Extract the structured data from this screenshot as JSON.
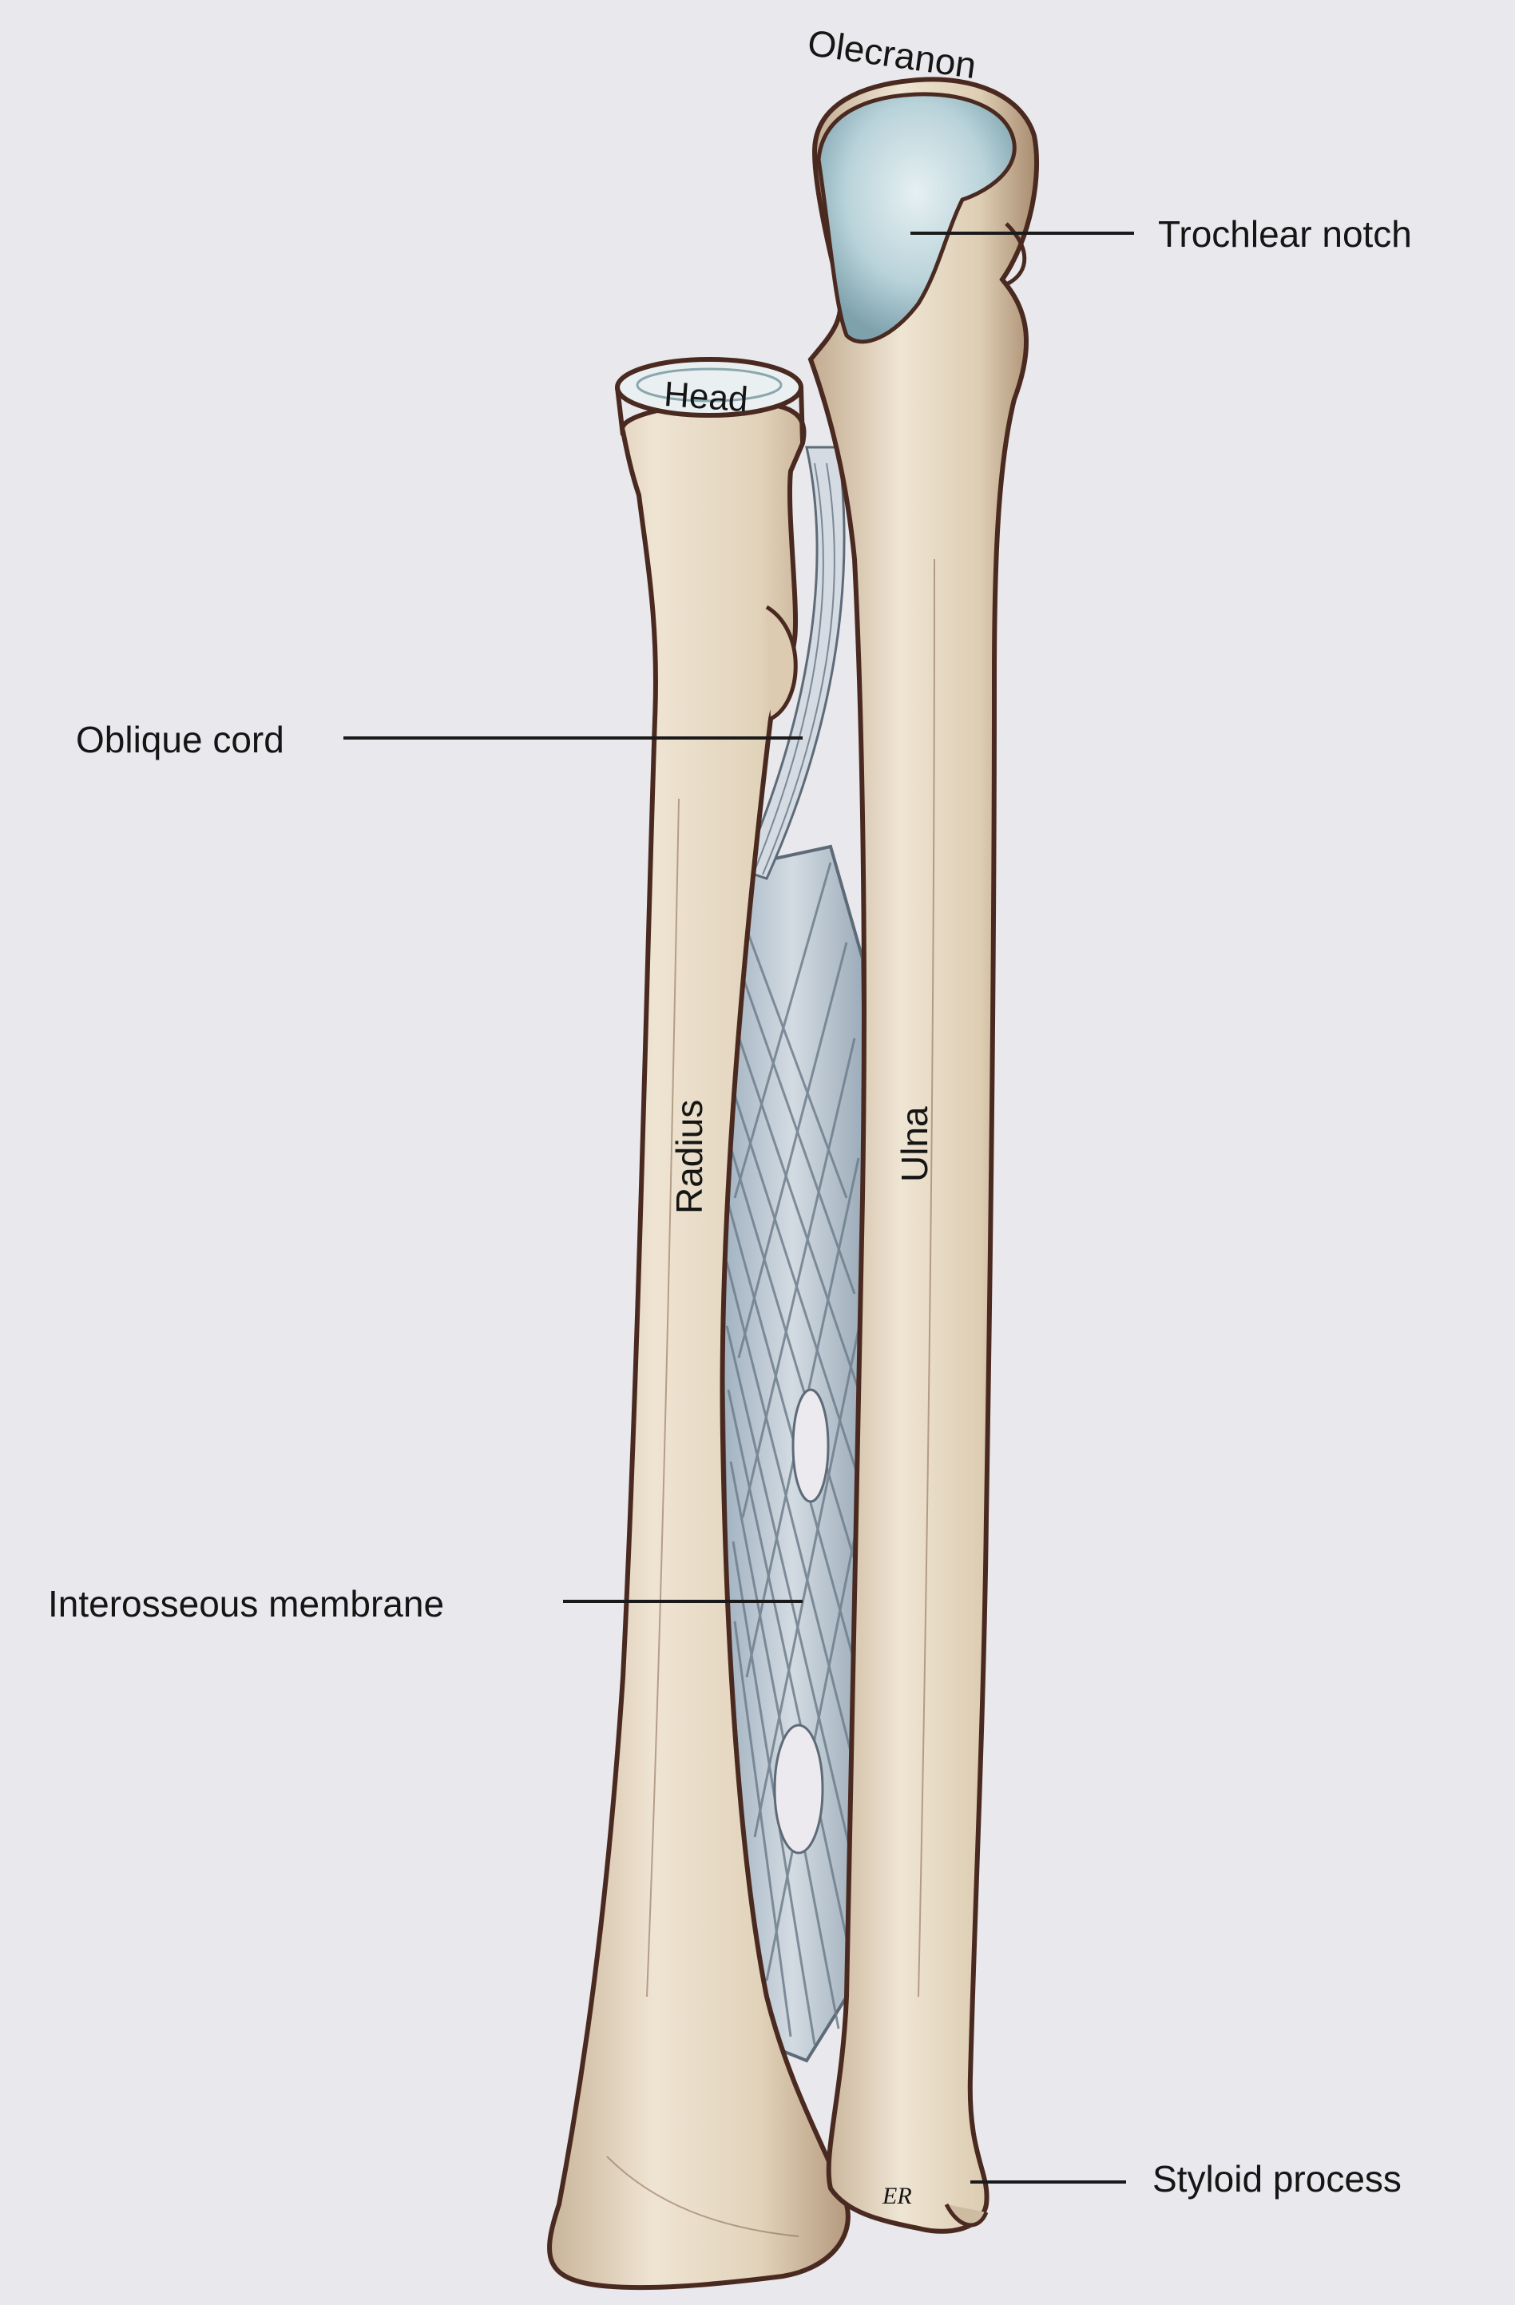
{
  "labels": {
    "olecranon": "Olecranon",
    "trochlear_notch": "Trochlear notch",
    "head": "Head",
    "oblique_cord": "Oblique cord",
    "radius": "Radius",
    "ulna": "Ulna",
    "interosseous_membrane": "Interosseous membrane",
    "styloid_process": "Styloid process",
    "artist_initials": "ER"
  },
  "colors": {
    "page_background": "#e9e8ec",
    "bone_fill": "#e6d9c3",
    "bone_outline": "#4a2a20",
    "cartilage_fill": "#b9d3da",
    "membrane_fill": "#c6d0d8",
    "label_text": "#151515"
  }
}
